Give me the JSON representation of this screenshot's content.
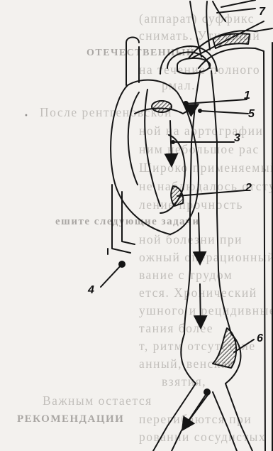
{
  "figure": {
    "callouts": {
      "label_1": "1",
      "label_2": "2",
      "label_3": "3",
      "label_4": "4",
      "label_5": "5",
      "label_6": "6",
      "label_7": "7"
    }
  },
  "bleed_text": {
    "line_01": "(аппарат)    суффикс",
    "line_02": "снимать. Утильный",
    "line_03": "на течение полного",
    "line_04": "рмал.",
    "line_05": "После   рентгеновской",
    "line_06": "ной на аортографии",
    "line_07": "ним небольшое   рас",
    "line_08": "Широко применяемый",
    "line_09": "не  наблюдалось отступ",
    "line_10": "ление   прочность",
    "line_11": "ешите следующие задачи",
    "line_12": "ной болезни при",
    "line_13": "ожный операционный",
    "line_14": "вание с трудом",
    "line_15": "ется. Хронический",
    "line_16": "ушного и рецидивные",
    "line_17": "тания более",
    "line_18": "т, ритм отсутствие",
    "line_19": "анный, венская",
    "line_20": "взятия,",
    "line_21": "Важным остается",
    "line_22": "перегибаются при",
    "line_23": "ровании  сосудистых",
    "heading_1": "ОТЕЧЕСТВЕННЫЙ",
    "heading_2": "РЕКОМЕНДАЦИИ"
  }
}
